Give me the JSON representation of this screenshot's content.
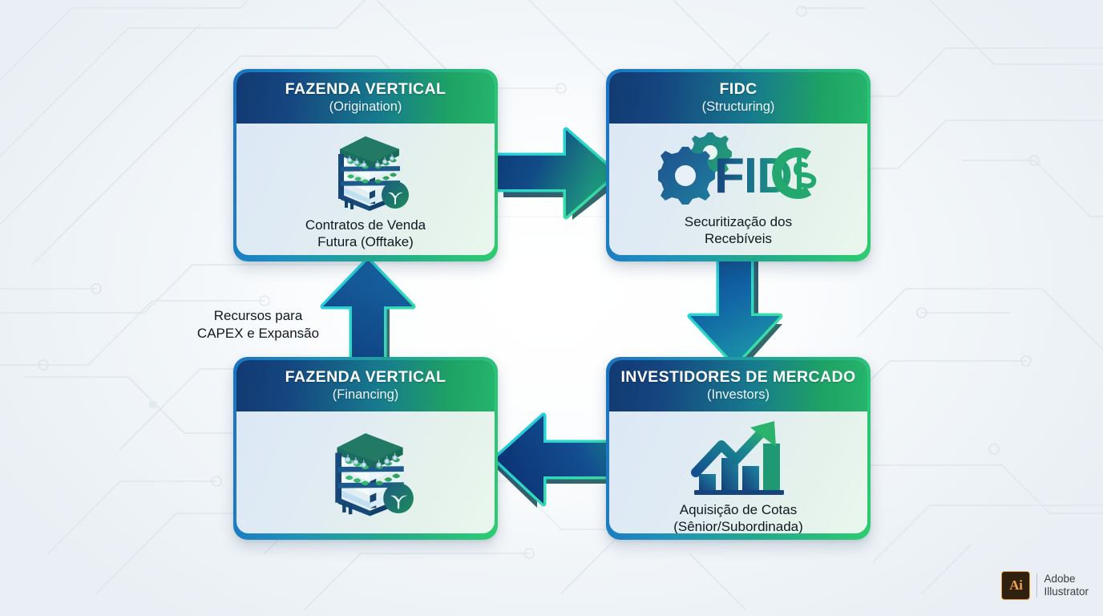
{
  "diagram": {
    "type": "cycle-flow",
    "title_visible": false,
    "cards": [
      {
        "id": "origination",
        "title": "FAZENDA VERTICAL",
        "subtitle": "(Origination)",
        "caption_line1": "Contratos de Venda",
        "caption_line2": "Futura (Offtake)",
        "icon": "vertical-farm-icon"
      },
      {
        "id": "structuring",
        "title": "FIDC",
        "subtitle": "(Structuring)",
        "caption_line1": "Securitização dos",
        "caption_line2": "Recebíveis",
        "icon": "fidc-gears-dollar-icon"
      },
      {
        "id": "investors",
        "title": "INVESTIDORES DE MERCADO",
        "subtitle": "(Investors)",
        "caption_line1": "Aquisição de Cotas",
        "caption_line2": "(Sênior/Subordinada)",
        "icon": "growth-chart-arrow-icon"
      },
      {
        "id": "financing",
        "title": "FAZENDA VERTICAL",
        "subtitle": "(Financing)",
        "caption_line1": "",
        "caption_line2": "",
        "icon": "vertical-farm-icon"
      }
    ],
    "arrows": [
      {
        "id": "arrow-right",
        "direction": "right",
        "from": "origination",
        "to": "structuring",
        "label": ""
      },
      {
        "id": "arrow-down",
        "direction": "down",
        "from": "structuring",
        "to": "investors",
        "label": ""
      },
      {
        "id": "arrow-left",
        "direction": "left",
        "from": "investors",
        "to": "financing",
        "label": ""
      },
      {
        "id": "arrow-up",
        "direction": "up",
        "from": "financing",
        "to": "origination",
        "label": "Recursos para CAPEX e Expansão"
      }
    ],
    "flow_label": {
      "line1": "Recursos para",
      "line2": "CAPEX e Expansão"
    }
  },
  "watermark": {
    "badge": "Ai",
    "brand": "Adobe",
    "product": "Illustrator"
  },
  "colors": {
    "header_gradient_start": "#123a72",
    "header_gradient_end": "#25b56b",
    "card_border_start": "#1a72c4",
    "card_border_end": "#2ecc71",
    "body_gradient_start": "#dbe8f6",
    "body_gradient_end": "#e9f7ee",
    "arrow_fill_start": "#0f3e7a",
    "arrow_fill_end": "#1f9e7a",
    "arrow_outline_start": "#25c8e8",
    "arrow_outline_end": "#3fe08f",
    "caption_text": "#111820",
    "background": "#eef3f7",
    "watermark_accent": "#f0a04b"
  }
}
